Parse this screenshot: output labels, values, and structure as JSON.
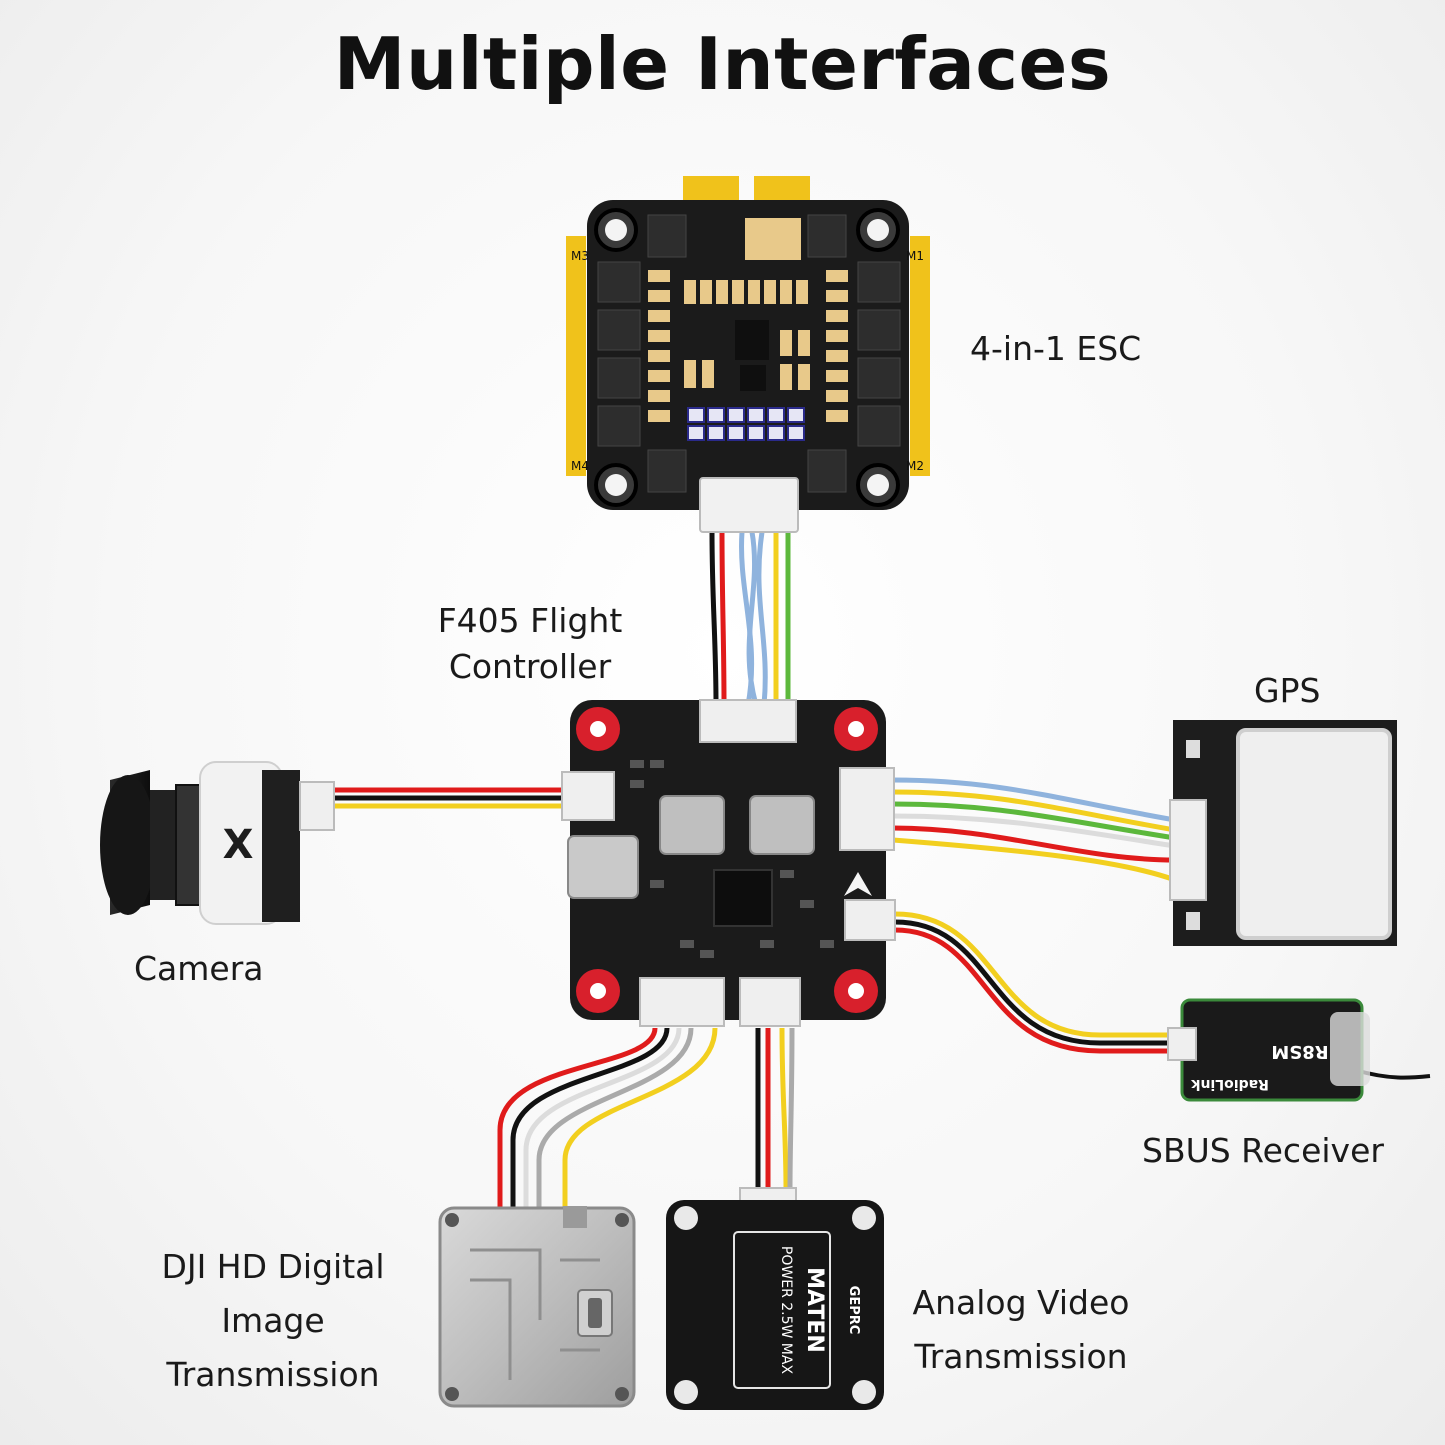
{
  "title": "Multiple Interfaces",
  "labels": {
    "esc": "4-in-1 ESC",
    "fc_line1": "F405 Flight",
    "fc_line2": "Controller",
    "gps": "GPS",
    "camera": "Camera",
    "sbus": "SBUS Receiver",
    "dji_line1": "DJI HD Digital",
    "dji_line2": "Image",
    "dji_line3": "Transmission",
    "analog_line1": "Analog Video",
    "analog_line2": "Transmission"
  },
  "board_text": {
    "camera_logo": "X",
    "vtx_brand": "MATEN",
    "vtx_power": "POWER 2.5W MAX",
    "vtx_maker": "GEPRC",
    "rx_model": "R8SM",
    "rx_maker": "RadioLink",
    "esc_m1": "M1",
    "esc_m2": "M2",
    "esc_m3": "M3",
    "esc_m4": "M4"
  },
  "colors": {
    "wire_red": "#e01b1b",
    "wire_black": "#111111",
    "wire_yellow": "#f2cf1f",
    "wire_blue": "#8fb3dd",
    "wire_green": "#5cb83c",
    "wire_white": "#dcdcdc",
    "wire_grey": "#aaaaaa",
    "fc_pad_red": "#d8202c",
    "pcb_black": "#1b1b1b"
  }
}
